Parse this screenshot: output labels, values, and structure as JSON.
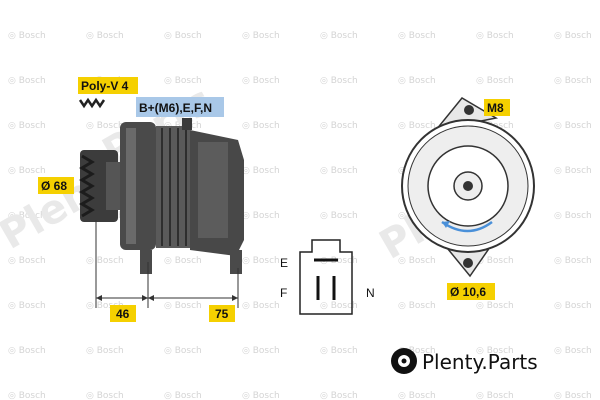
{
  "labels": {
    "poly_v": "Poly-V 4",
    "terminals": "B+(M6),E,F,N",
    "pulley_diameter": "Ø 68",
    "dim_front": "46",
    "dim_rear": "75",
    "mount_thread": "M8",
    "mount_hole": "Ø 10,6"
  },
  "connector": {
    "pin_e": "E",
    "pin_f": "F",
    "pin_n": "N"
  },
  "watermark": {
    "plenty_left": "Plenty",
    "plenty_right": "Plenty",
    "parts": ".Parts",
    "bosch": "Bosch"
  },
  "logo": {
    "text": "Plenty.Parts"
  },
  "colors": {
    "label_yellow": "#f5d000",
    "label_blue": "#a9c8e8",
    "rotation_arrow": "#4a90d9"
  }
}
